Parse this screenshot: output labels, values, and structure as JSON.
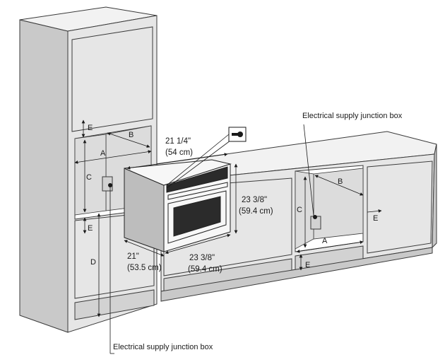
{
  "labels": {
    "junction_box_top": "Electrical supply junction box",
    "junction_box_bottom": "Electrical supply junction box",
    "depth_width": "21 1/4\"",
    "depth_width_cm": "(54 cm)",
    "height": "23 3/8\"",
    "height_cm": "(59.4 cm)",
    "width": "23 3/8\"",
    "width_cm": "(59.4 cm)",
    "depth": "21\"",
    "depth_cm": "(53.5 cm)"
  },
  "letters": {
    "A": "A",
    "B": "B",
    "C": "C",
    "D": "D",
    "E": "E"
  },
  "colors": {
    "cabinet": "#e6e6e6",
    "outline": "#3a3a3a",
    "oven_glass": "#2b2b2b"
  },
  "icons": {
    "screw": "screw-icon"
  }
}
